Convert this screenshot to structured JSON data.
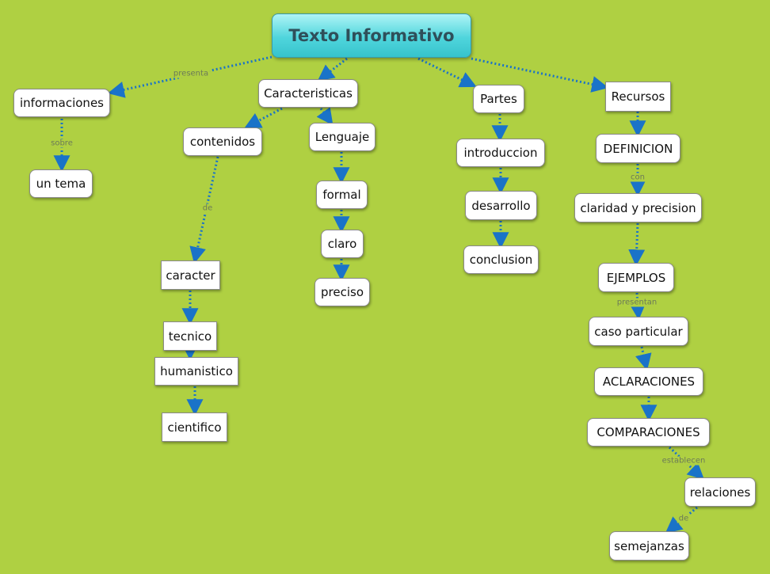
{
  "root": "Texto Informativo",
  "nodes": {
    "informaciones": "informaciones",
    "un_tema": "un tema",
    "caracteristicas": "Caracteristicas",
    "contenidos": "contenidos",
    "lenguaje": "Lenguaje",
    "formal": "formal",
    "claro": "claro",
    "preciso": "preciso",
    "caracter": "caracter",
    "tecnico": "tecnico",
    "humanistico": "humanistico",
    "cientifico": "cientifico",
    "partes": "Partes",
    "introduccion": "introduccion",
    "desarrollo": "desarrollo",
    "conclusion": "conclusion",
    "recursos": "Recursos",
    "definicion": "DEFINICION",
    "claridad": "claridad y precision",
    "ejemplos": "EJEMPLOS",
    "caso": "caso particular",
    "aclaraciones": "ACLARACIONES",
    "comparaciones": "COMPARACIONES",
    "relaciones": "relaciones",
    "semejanzas": "semejanzas"
  },
  "link_labels": {
    "presenta": "presenta",
    "sobre": "sobre",
    "de_contenidos": "de",
    "con": "con",
    "presentan": "presentan",
    "establecen": "establecen",
    "de_relaciones": "de"
  },
  "colors": {
    "background": "#afd042",
    "connector": "#1a73c8",
    "root_fill": "#4fd5dc"
  }
}
